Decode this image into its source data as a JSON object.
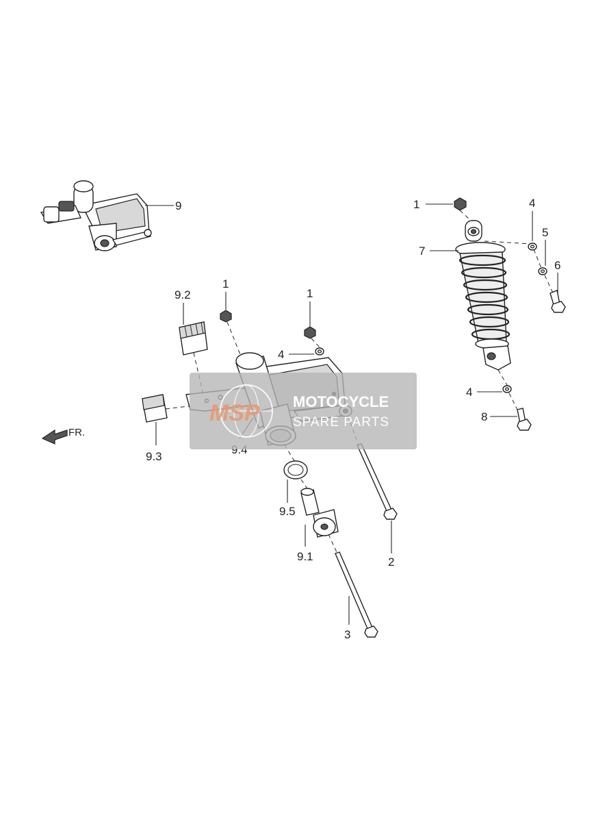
{
  "labels": {
    "p9": "9",
    "p1a": "1",
    "p4a": "4",
    "p5": "5",
    "p6": "6",
    "p7": "7",
    "p4b": "4",
    "p8": "8",
    "p1b": "1",
    "p1c": "1",
    "p4c": "4",
    "p9_2": "9.2",
    "p9_3": "9.3",
    "p9_4": "9.4",
    "p9_5": "9.5",
    "p9_1": "9.1",
    "p2": "2",
    "p3": "3"
  },
  "direction": {
    "label": "FR."
  },
  "watermark": {
    "logo": "MSP",
    "line1": "MOTOCYCLE",
    "line2": "SPARE PARTS"
  }
}
